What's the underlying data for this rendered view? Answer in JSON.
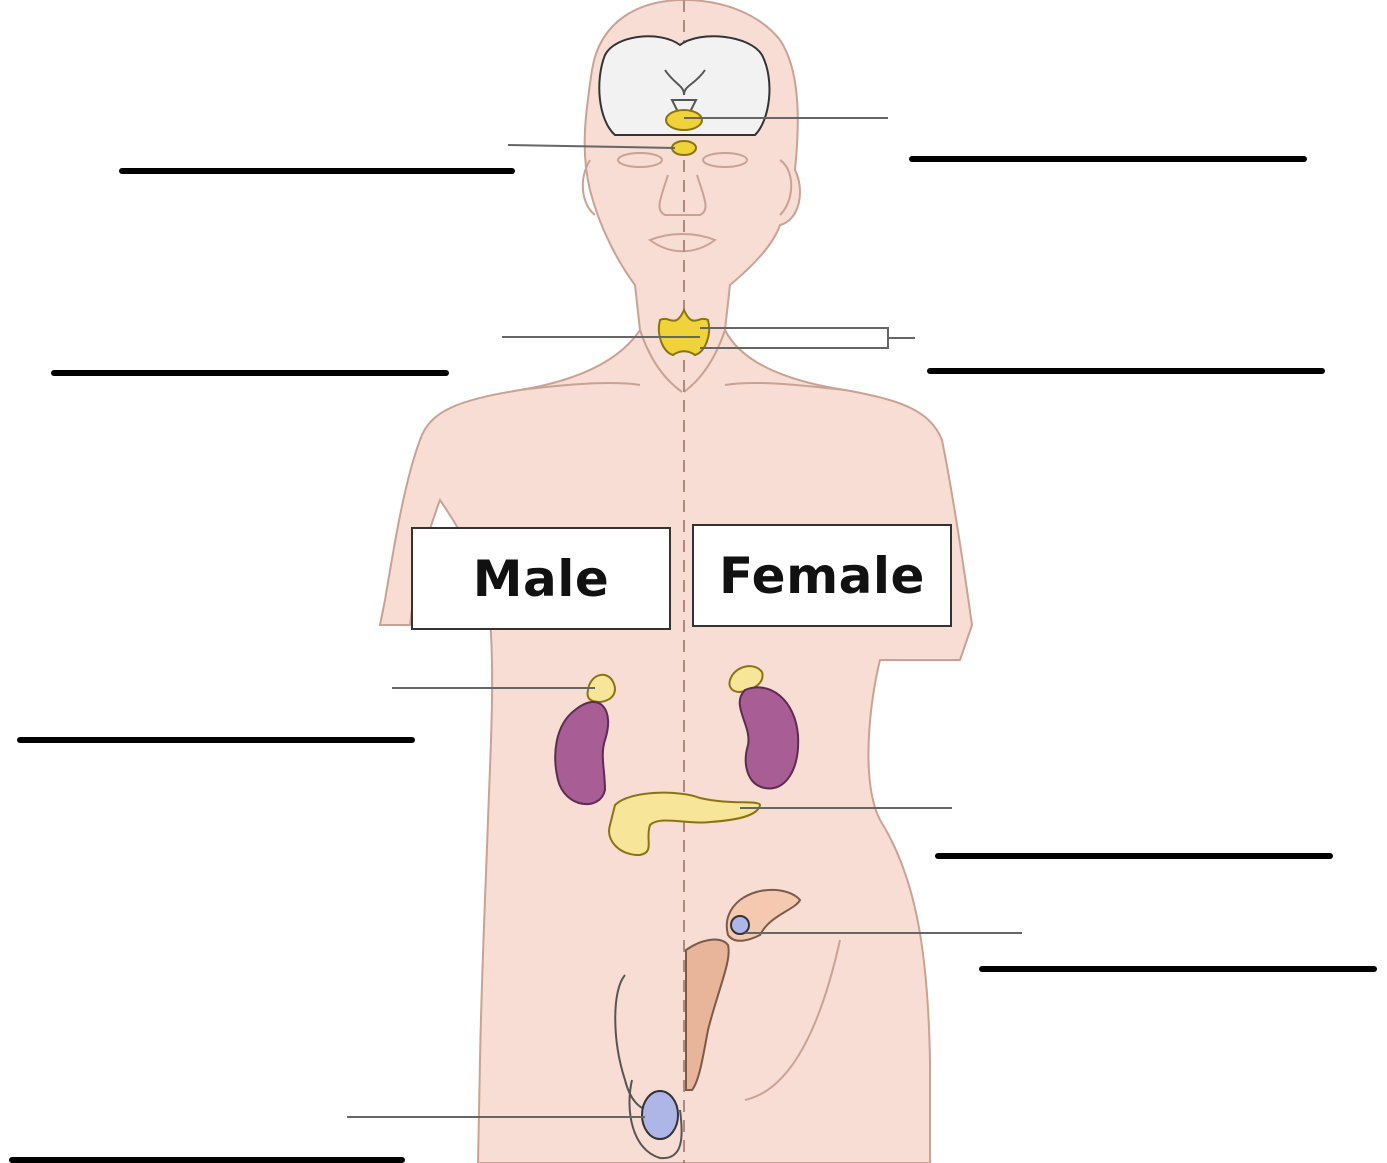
{
  "labels": {
    "male": "Male",
    "female": "Female"
  },
  "answer_blanks": [
    {
      "id": "blank-hypothalamus",
      "side": "left"
    },
    {
      "id": "blank-pineal",
      "side": "right"
    },
    {
      "id": "blank-pituitary",
      "side": "left"
    },
    {
      "id": "blank-thyroid",
      "side": "right"
    },
    {
      "id": "blank-adrenal",
      "side": "left"
    },
    {
      "id": "blank-pancreas",
      "side": "right"
    },
    {
      "id": "blank-ovary",
      "side": "right"
    },
    {
      "id": "blank-testis",
      "side": "left"
    }
  ],
  "colors": {
    "skin": "#f7ddd3",
    "skin_outline": "#bf9a8c",
    "gland_yellow": "#f0d23a",
    "kidney": "#9b5a8c",
    "pancreas": "#f7e69a",
    "testis": "#aeb6e8",
    "brain": "#f2f2f2"
  }
}
